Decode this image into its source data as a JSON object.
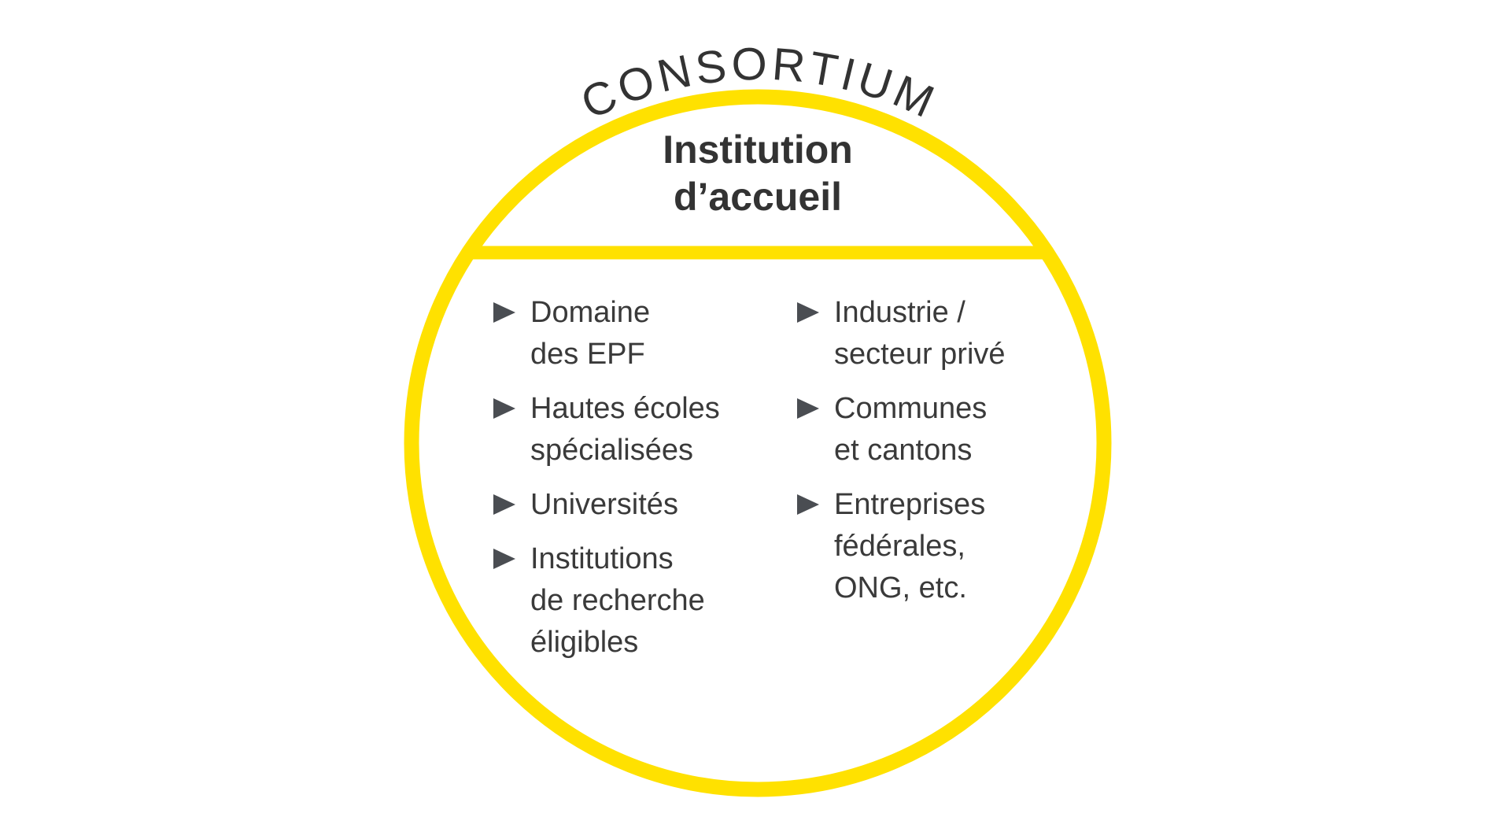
{
  "consortium_label": "CONSORTIUM",
  "host_institution": {
    "line1": "Institution",
    "line2": "d’accueil"
  },
  "colors": {
    "ring": "#FFE100",
    "text": "#3a3a3a",
    "bullet": "#4a4d52"
  },
  "bullet_icon": "triangle-right-icon",
  "left_column": [
    {
      "lines": [
        "Domaine",
        "des EPF"
      ]
    },
    {
      "lines": [
        "Hautes écoles",
        "spécialisées"
      ]
    },
    {
      "lines": [
        "Universités"
      ]
    },
    {
      "lines": [
        "Institutions",
        "de recherche",
        "éligibles"
      ]
    }
  ],
  "right_column": [
    {
      "lines": [
        "Industrie /",
        "secteur privé"
      ]
    },
    {
      "lines": [
        "Communes",
        "et cantons"
      ]
    },
    {
      "lines": [
        "Entreprises",
        "fédérales,",
        "ONG, etc."
      ]
    }
  ]
}
